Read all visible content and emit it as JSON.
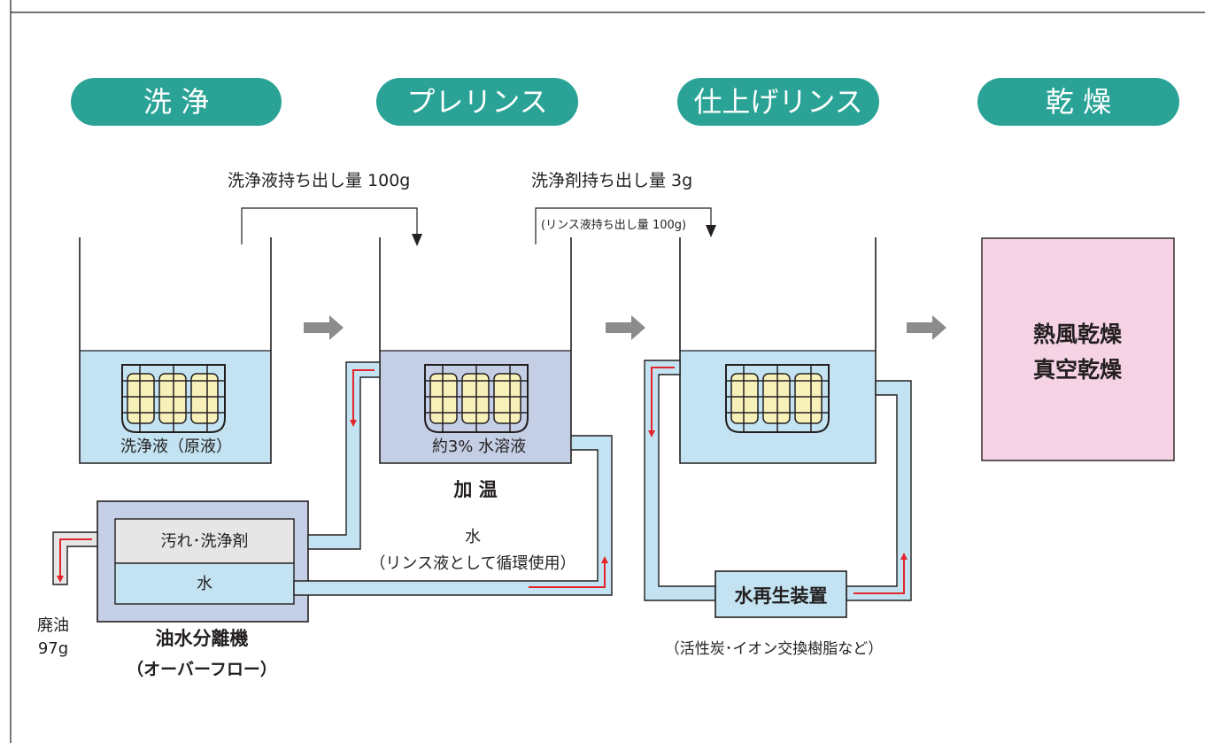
{
  "colors": {
    "pill": "#2aa396",
    "liquid_light": "#c3e3f2",
    "liquid_warm": "#c4cfe6",
    "separator_outer": "#c5d0e6",
    "oil_layer": "#e6e6e6",
    "pipe_fill": "#c3e3f2",
    "flow_arrow": "#e2252b",
    "dryer_fill": "#f5d3e4",
    "process_arrow": "#8c8c8c",
    "basket_fill": "#f7f0b8",
    "line": "#231f20"
  },
  "stages": [
    {
      "label": "洗 浄"
    },
    {
      "label": "プレリンス"
    },
    {
      "label": "仕上げリンス"
    },
    {
      "label": "乾 燥"
    }
  ],
  "carryover": {
    "wash": "洗浄液持ち出し量 100g",
    "detergent": "洗浄剤持ち出し量 3g",
    "rinse": "(リンス液持ち出し量 100g)"
  },
  "tanks": {
    "wash_liquid": "洗浄液（原液）",
    "prerinse_liquid": "約3% 水溶液",
    "heating": "加 温"
  },
  "separator": {
    "oil_layer": "汚れ･洗浄剤",
    "water_layer": "水",
    "title": "油水分離機",
    "subtitle": "（オーバーフロー）"
  },
  "waste_oil": {
    "line1": "廃油",
    "line2": "97g"
  },
  "recycle_water": {
    "line1": "水",
    "line2": "（リンス液として循環使用）"
  },
  "regenerator": {
    "label": "水再生装置",
    "note": "（活性炭･イオン交換樹脂など）"
  },
  "dryer": {
    "line1": "熱風乾燥",
    "line2": "真空乾燥"
  },
  "icons": [
    "process-arrow-icon",
    "basket-icon",
    "flow-arrow-icon",
    "drop-arrow-icon"
  ]
}
